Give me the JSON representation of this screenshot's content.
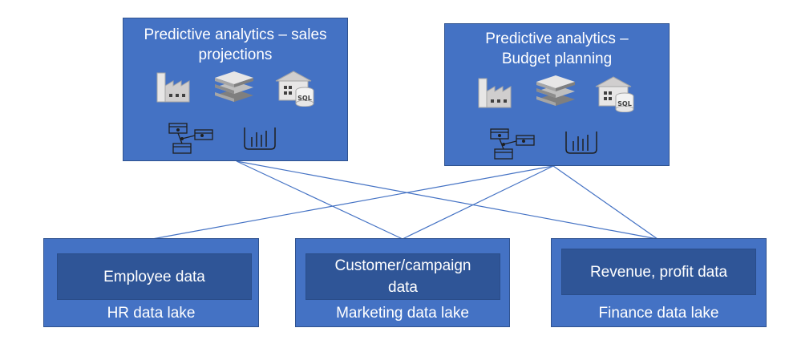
{
  "analytics": [
    {
      "title_line1": "Predictive analytics – sales",
      "title_line2": "projections",
      "icons": [
        "factory-icon",
        "layers-icon",
        "sql-warehouse-icon",
        "data-model-icon",
        "analytics-chart-icon"
      ]
    },
    {
      "title_line1": "Predictive analytics –",
      "title_line2": "Budget planning",
      "icons": [
        "factory-icon",
        "layers-icon",
        "sql-warehouse-icon",
        "data-model-icon",
        "analytics-chart-icon"
      ]
    }
  ],
  "lakes": [
    {
      "inner_line1": "Employee data",
      "inner_line2": "",
      "label": "HR data lake"
    },
    {
      "inner_line1": "Customer/campaign",
      "inner_line2": "data",
      "label": "Marketing data lake"
    },
    {
      "inner_line1": "Revenue, profit data",
      "inner_line2": "",
      "label": "Finance data lake"
    }
  ],
  "colors": {
    "box_fill": "#4472c4",
    "inner_fill": "#2f5597",
    "connector": "#4472c4",
    "icon_fill": "#d9d9d9"
  }
}
